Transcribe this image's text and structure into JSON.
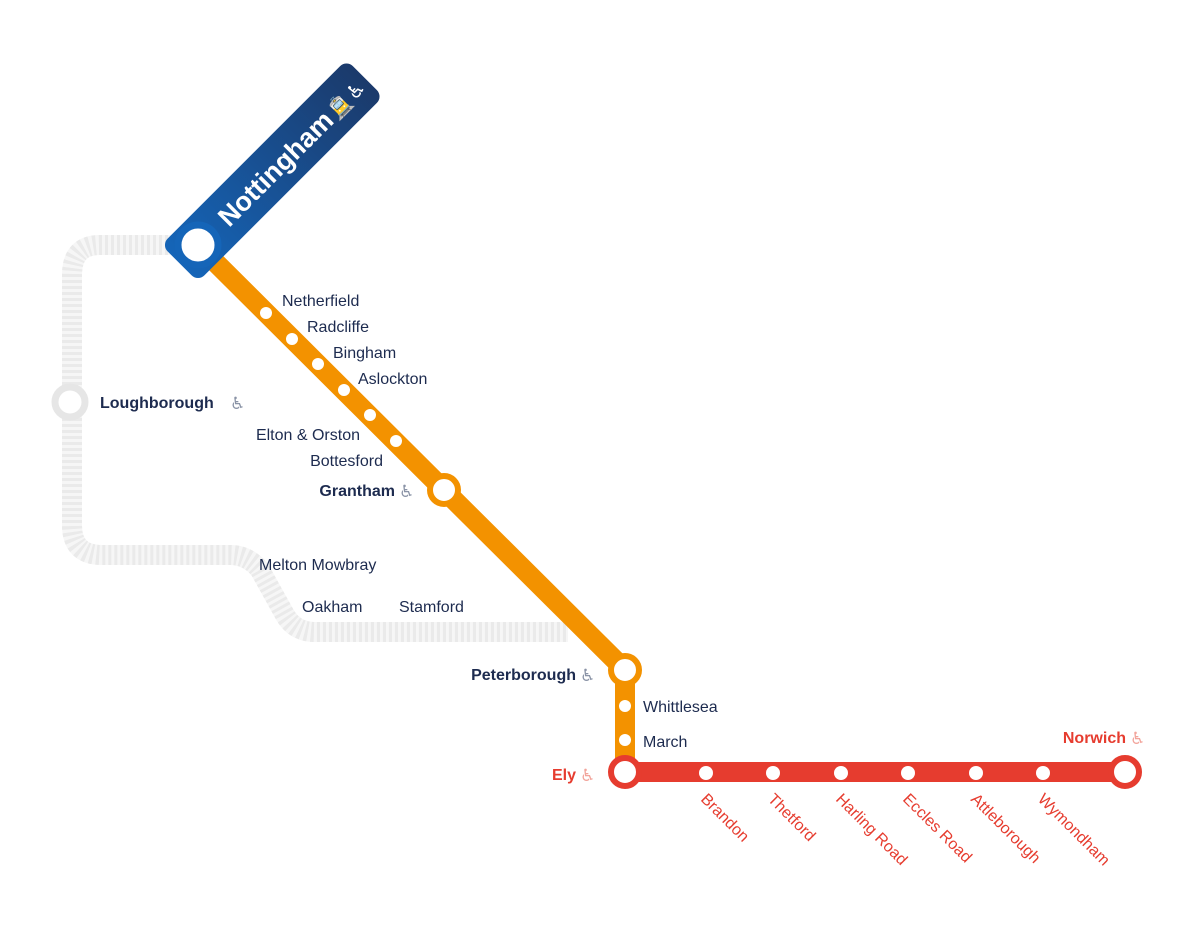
{
  "colors": {
    "nottingham_blue": "#1565b8",
    "orange_line": "#f39200",
    "red_line": "#e63c2f",
    "grey_line": "#e6e6e6",
    "text_navy": "#1d2b4f"
  },
  "terminus": {
    "name": "Nottingham",
    "icons": [
      "tram-icon",
      "wheelchair-icon"
    ],
    "tram_glyph": "🚊",
    "wheelchair_glyph": "♿"
  },
  "grey_branch": {
    "stations": [
      {
        "name": "Loughborough",
        "major": true,
        "accessible": true
      },
      {
        "name": "Melton Mowbray"
      },
      {
        "name": "Oakham"
      },
      {
        "name": "Stamford"
      }
    ]
  },
  "orange_line": {
    "stations": [
      {
        "name": "Netherfield"
      },
      {
        "name": "Radcliffe"
      },
      {
        "name": "Bingham"
      },
      {
        "name": "Aslockton"
      },
      {
        "name": "Elton & Orston"
      },
      {
        "name": "Bottesford"
      },
      {
        "name": "Grantham",
        "major": true,
        "accessible": true
      },
      {
        "name": "Peterborough",
        "major": true,
        "accessible": true
      },
      {
        "name": "Whittlesea"
      },
      {
        "name": "March"
      }
    ]
  },
  "red_line": {
    "stations": [
      {
        "name": "Ely",
        "major": true,
        "accessible": true
      },
      {
        "name": "Brandon"
      },
      {
        "name": "Thetford"
      },
      {
        "name": "Harling Road"
      },
      {
        "name": "Eccles Road"
      },
      {
        "name": "Attleborough"
      },
      {
        "name": "Wymondham"
      },
      {
        "name": "Norwich",
        "major": true,
        "accessible": true
      }
    ]
  },
  "wheelchair_glyph": "♿"
}
